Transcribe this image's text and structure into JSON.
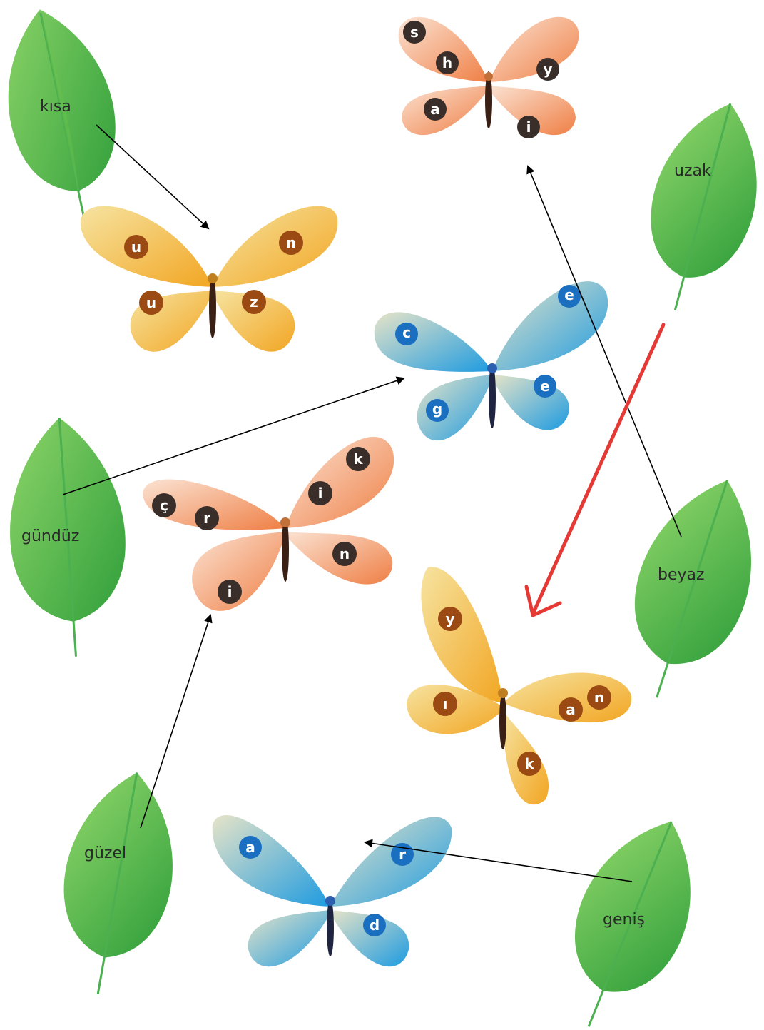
{
  "leaves": [
    {
      "id": "kisa",
      "label": "kısa"
    },
    {
      "id": "uzak",
      "label": "uzak"
    },
    {
      "id": "gunduz",
      "label": "gündüz"
    },
    {
      "id": "beyaz",
      "label": "beyaz"
    },
    {
      "id": "guzel",
      "label": "güzel"
    },
    {
      "id": "genis",
      "label": "geniş"
    }
  ],
  "butterflies": [
    {
      "id": "b1",
      "color": "peach",
      "letters": [
        "s",
        "h",
        "a",
        "y",
        "i"
      ]
    },
    {
      "id": "b2",
      "color": "yellow",
      "letters": [
        "u",
        "u",
        "n",
        "z"
      ]
    },
    {
      "id": "b3",
      "color": "blue",
      "letters": [
        "c",
        "g",
        "e",
        "e"
      ]
    },
    {
      "id": "b4",
      "color": "peach",
      "letters": [
        "ç",
        "r",
        "i",
        "k",
        "i",
        "n"
      ]
    },
    {
      "id": "b5",
      "color": "yellow",
      "letters": [
        "y",
        "ı",
        "k",
        "a",
        "n"
      ]
    },
    {
      "id": "b6",
      "color": "blue",
      "letters": [
        "a",
        "d",
        "r"
      ]
    }
  ],
  "palette": {
    "leaf_dark": "#2f9e3a",
    "leaf_light": "#8fd66a",
    "peach_wing": "#f3a47c",
    "peach_edge": "#fbe3d3",
    "peach_badge": "#3a2e2a",
    "yellow_wing": "#f2b233",
    "yellow_edge": "#f6e3a0",
    "yellow_badge": "#9a4a12",
    "blue_wing": "#2fa6e4",
    "blue_edge": "#e7e4c8",
    "blue_badge": "#1a6fc1",
    "connector": "#000000",
    "answer_arrow": "#e53935"
  },
  "connections": [
    {
      "from": "kisa",
      "to": "b2"
    },
    {
      "from": "beyaz",
      "to": "b1"
    },
    {
      "from": "gunduz",
      "to": "b3"
    },
    {
      "from": "guzel",
      "to": "b4"
    },
    {
      "from": "genis",
      "to": "b6"
    },
    {
      "from": "uzak",
      "to": "b5",
      "style": "answer"
    }
  ]
}
